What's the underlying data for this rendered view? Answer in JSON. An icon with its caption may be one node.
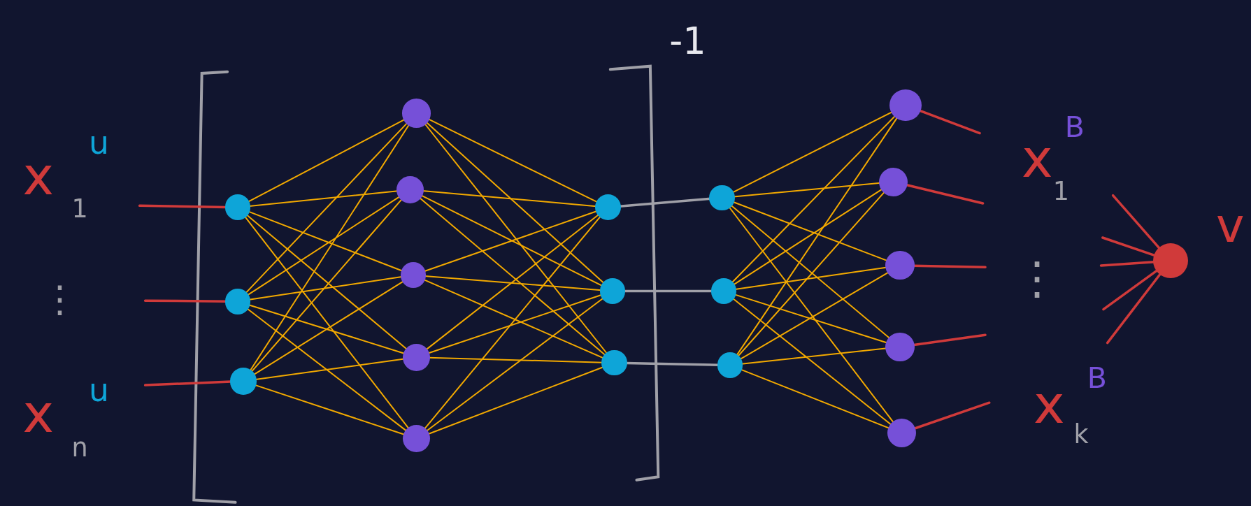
{
  "diagram": {
    "nodes": [
      {
        "text": [],
        "shape": "circle"
      },
      {
        "text": [],
        "shape": "circle"
      },
      {
        "text": [],
        "shape": "circle"
      },
      {
        "text": [],
        "shape": "circle"
      },
      {
        "text": [],
        "shape": "circle"
      },
      {
        "text": [],
        "shape": "circle"
      },
      {
        "text": [],
        "shape": "circle"
      },
      {
        "text": [],
        "shape": "circle"
      },
      {
        "text": [],
        "shape": "circle"
      },
      {
        "text": [],
        "shape": "circle"
      },
      {
        "text": [],
        "shape": "circle"
      },
      {
        "text": [],
        "shape": "circle"
      },
      {
        "text": [],
        "shape": "circle"
      },
      {
        "text": [],
        "shape": "circle"
      },
      {
        "text": [],
        "shape": "circle"
      },
      {
        "text": [],
        "shape": "circle"
      },
      {
        "text": [],
        "shape": "circle"
      },
      {
        "text": [],
        "shape": "circle"
      },
      {
        "text": [],
        "shape": "circle"
      },
      {
        "text": [],
        "shape": "circle"
      }
    ],
    "edges": [
      {
        "from": null,
        "to": 0,
        "arrow": "none",
        "color": "#d03a3a"
      },
      {
        "from": null,
        "to": 1,
        "arrow": "none",
        "color": "#d03a3a"
      },
      {
        "from": null,
        "to": 2,
        "arrow": "none",
        "color": "#d03a3a"
      },
      {
        "from": 0,
        "to": 3,
        "arrow": "none"
      },
      {
        "from": 0,
        "to": 4,
        "arrow": "none"
      },
      {
        "from": 0,
        "to": 5,
        "arrow": "none"
      },
      {
        "from": 0,
        "to": 6,
        "arrow": "none"
      },
      {
        "from": 0,
        "to": 7,
        "arrow": "none"
      },
      {
        "from": 1,
        "to": 3,
        "arrow": "none"
      },
      {
        "from": 1,
        "to": 4,
        "arrow": "none"
      },
      {
        "from": 1,
        "to": 5,
        "arrow": "none"
      },
      {
        "from": 1,
        "to": 6,
        "arrow": "none"
      },
      {
        "from": 1,
        "to": 7,
        "arrow": "none"
      },
      {
        "from": 2,
        "to": 3,
        "arrow": "none"
      },
      {
        "from": 2,
        "to": 4,
        "arrow": "none"
      },
      {
        "from": 2,
        "to": 5,
        "arrow": "none"
      },
      {
        "from": 2,
        "to": 6,
        "arrow": "none"
      },
      {
        "from": 2,
        "to": 7,
        "arrow": "none"
      },
      {
        "from": 3,
        "to": 8,
        "arrow": "none"
      },
      {
        "from": 3,
        "to": 9,
        "arrow": "none"
      },
      {
        "from": 3,
        "to": 10,
        "arrow": "none"
      },
      {
        "from": 4,
        "to": 8,
        "arrow": "none"
      },
      {
        "from": 4,
        "to": 9,
        "arrow": "none"
      },
      {
        "from": 4,
        "to": 10,
        "arrow": "none"
      },
      {
        "from": 5,
        "to": 8,
        "arrow": "none"
      },
      {
        "from": 5,
        "to": 9,
        "arrow": "none"
      },
      {
        "from": 5,
        "to": 10,
        "arrow": "none"
      },
      {
        "from": 6,
        "to": 8,
        "arrow": "none"
      },
      {
        "from": 6,
        "to": 9,
        "arrow": "none"
      },
      {
        "from": 6,
        "to": 10,
        "arrow": "none"
      },
      {
        "from": 7,
        "to": 8,
        "arrow": "none"
      },
      {
        "from": 7,
        "to": 9,
        "arrow": "none"
      },
      {
        "from": 7,
        "to": 10,
        "arrow": "none"
      },
      {
        "from": 8,
        "to": 11,
        "arrow": "none",
        "color": "#a0a0a8"
      },
      {
        "from": 9,
        "to": 12,
        "arrow": "none",
        "color": "#a0a0a8"
      },
      {
        "from": 10,
        "to": 13,
        "arrow": "none",
        "color": "#a0a0a8"
      },
      {
        "from": 11,
        "to": 14,
        "arrow": "none"
      },
      {
        "from": 11,
        "to": 15,
        "arrow": "none"
      },
      {
        "from": 11,
        "to": 16,
        "arrow": "none"
      },
      {
        "from": 11,
        "to": 17,
        "arrow": "none"
      },
      {
        "from": 11,
        "to": 18,
        "arrow": "none"
      },
      {
        "from": 12,
        "to": 14,
        "arrow": "none"
      },
      {
        "from": 12,
        "to": 15,
        "arrow": "none"
      },
      {
        "from": 12,
        "to": 16,
        "arrow": "none"
      },
      {
        "from": 12,
        "to": 17,
        "arrow": "none"
      },
      {
        "from": 12,
        "to": 18,
        "arrow": "none"
      },
      {
        "from": 13,
        "to": 14,
        "arrow": "none"
      },
      {
        "from": 13,
        "to": 15,
        "arrow": "none"
      },
      {
        "from": 13,
        "to": 16,
        "arrow": "none"
      },
      {
        "from": 13,
        "to": 17,
        "arrow": "none"
      },
      {
        "from": 13,
        "to": 18,
        "arrow": "none"
      },
      {
        "from": 14,
        "to": null,
        "arrow": "none",
        "color": "#d03a3a"
      },
      {
        "from": 15,
        "to": null,
        "arrow": "none",
        "color": "#d03a3a"
      },
      {
        "from": 16,
        "to": null,
        "arrow": "none",
        "color": "#d03a3a"
      },
      {
        "from": 17,
        "to": null,
        "arrow": "none",
        "color": "#d03a3a"
      },
      {
        "from": 18,
        "to": null,
        "arrow": "none",
        "color": "#d03a3a"
      },
      {
        "from": null,
        "to": 19,
        "arrow": "none",
        "color": "#d03a3a"
      },
      {
        "from": null,
        "to": 19,
        "arrow": "none",
        "color": "#d03a3a"
      },
      {
        "from": null,
        "to": 19,
        "arrow": "none",
        "color": "#d03a3a"
      },
      {
        "from": null,
        "to": 19,
        "arrow": "none",
        "color": "#d03a3a"
      },
      {
        "from": null,
        "to": 19,
        "arrow": "none",
        "color": "#d03a3a"
      }
    ],
    "labels": [
      "-1",
      "x",
      "u",
      "1",
      "⋮",
      "x",
      "u",
      "n",
      "x",
      "B",
      "1",
      "⋮",
      "x",
      "B",
      "k",
      "v"
    ]
  }
}
